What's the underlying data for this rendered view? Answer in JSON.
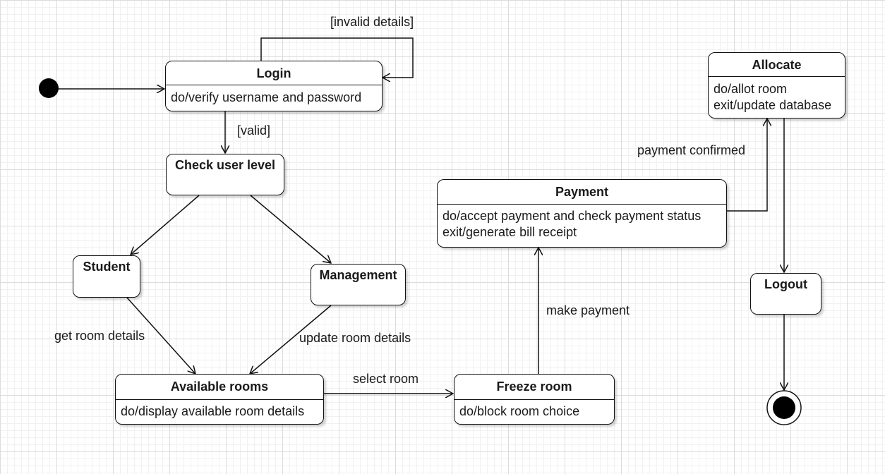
{
  "states": {
    "login": {
      "name": "Login",
      "activities": [
        "do/verify username and password"
      ]
    },
    "check_user_level": {
      "name": "Check user level"
    },
    "student": {
      "name": "Student"
    },
    "management": {
      "name": "Management"
    },
    "available_rooms": {
      "name": "Available rooms",
      "activities": [
        "do/display available room details"
      ]
    },
    "freeze_room": {
      "name": "Freeze room",
      "activities": [
        "do/block room choice"
      ]
    },
    "payment": {
      "name": "Payment",
      "activities": [
        "do/accept payment and check payment status",
        "exit/generate bill receipt"
      ]
    },
    "allocate": {
      "name": "Allocate",
      "activities": [
        "do/allot room",
        "exit/update database"
      ]
    },
    "logout": {
      "name": "Logout"
    }
  },
  "transitions": {
    "invalid_details": "[invalid details]",
    "valid": "[valid]",
    "get_room_details": "get room details",
    "update_room_details": "update room details",
    "select_room": "select room",
    "make_payment": "make payment",
    "payment_confirmed": "payment confirmed"
  }
}
